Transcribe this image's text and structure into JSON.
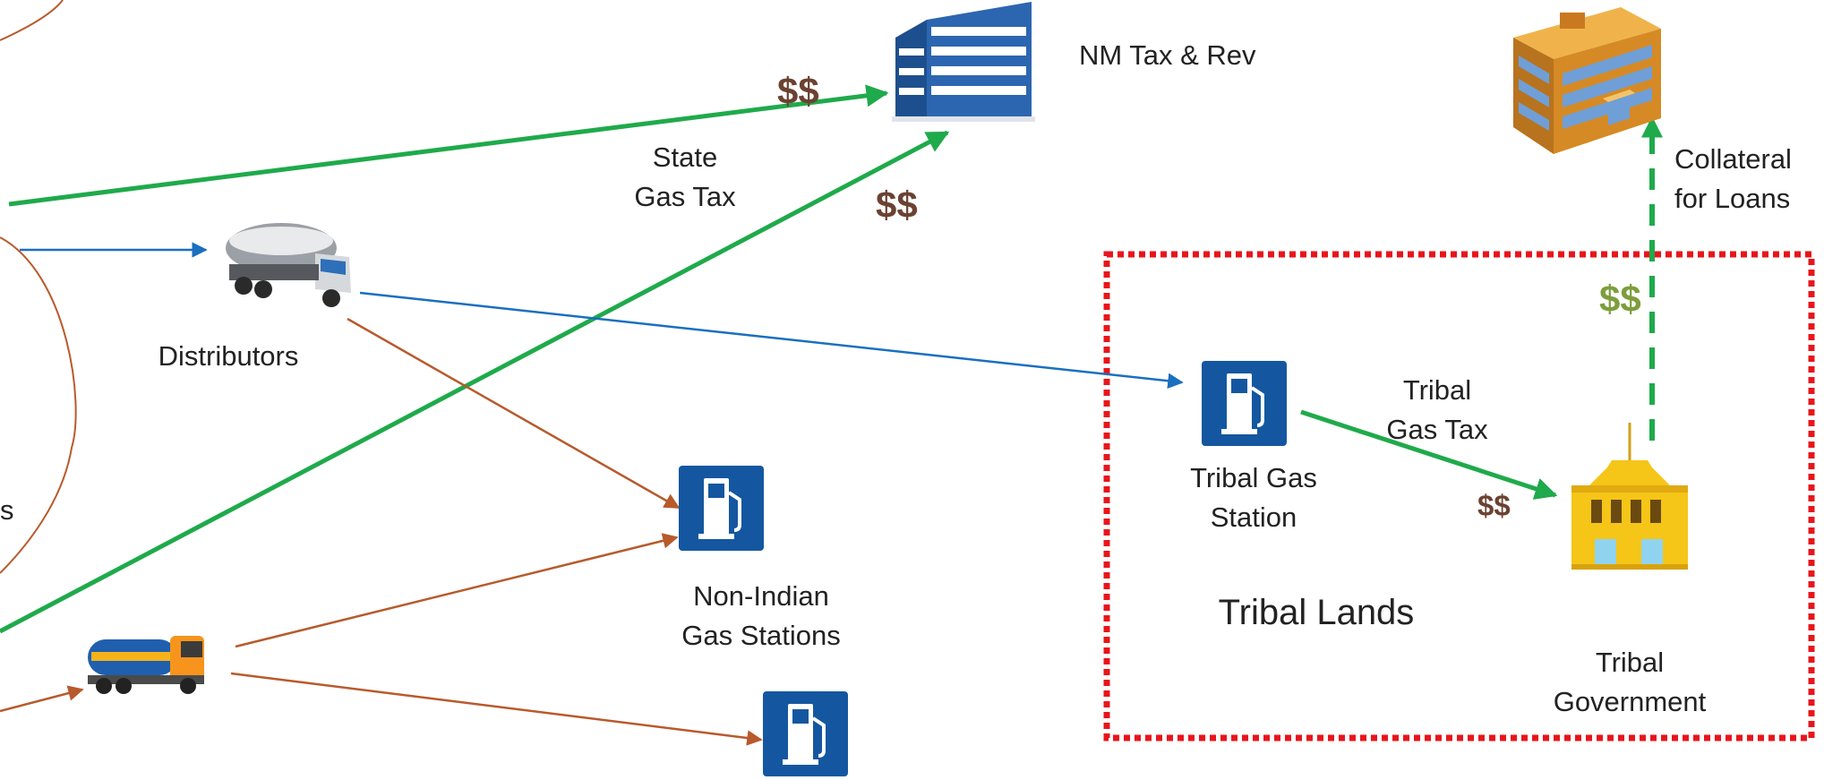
{
  "labels": {
    "nm_tax_rev": "NM Tax & Rev",
    "state_gas_tax": "State\nGas Tax",
    "distributors": "Distributors",
    "non_indian_stations": "Non-Indian\nGas Stations",
    "tribal_gas_station": "Tribal Gas\nStation",
    "tribal_gas_tax": "Tribal\nGas Tax",
    "tribal_lands": "Tribal Lands",
    "tribal_government": "Tribal\nGovernment",
    "collateral": "Collateral\nfor Loans",
    "partial_left": "s"
  },
  "money": {
    "state_tax_flow": "$$",
    "nm_tax_flow": "$$",
    "tribal_tax_flow": "$$",
    "loan_flow": "$$"
  },
  "colors": {
    "green_flow": "#1faa4b",
    "blue_flow": "#1a6fbf",
    "brown_flow": "#b85a2c",
    "red_border": "#e8151b",
    "money_brown": "#6b4232",
    "money_olive": "#7c9e3c",
    "dashed_green": "#1faa4b"
  },
  "icons": {
    "nm_building": "office-building-icon",
    "bank": "bank-building-icon",
    "distributor_truck": "tanker-truck-icon",
    "fuel_truck": "fuel-truck-icon",
    "gas_pump": "gas-pump-icon",
    "tribal_gov": "government-building-icon"
  }
}
